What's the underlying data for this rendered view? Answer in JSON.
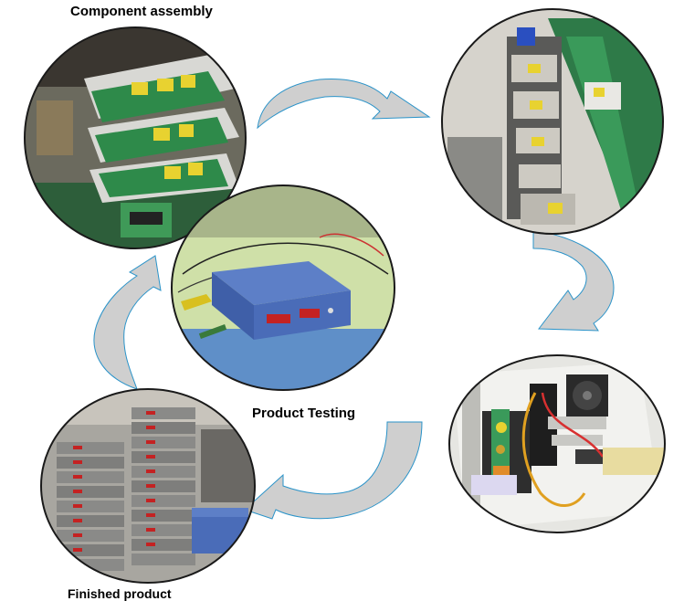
{
  "labels": {
    "component_assembly": "Component assembly",
    "product_testing": "Product Testing",
    "finished_product": "Finished product"
  },
  "colors": {
    "arrow_fill": "#cfcfcf",
    "arrow_stroke": "#2a93c9",
    "photo_border": "#1a1a1a"
  },
  "photos": [
    {
      "id": "assembly",
      "subject": "circuit boards on workbench"
    },
    {
      "id": "production-line",
      "subject": "units on assembly line"
    },
    {
      "id": "testing",
      "subject": "blue generator box under test"
    },
    {
      "id": "internal",
      "subject": "internal wiring of unit"
    },
    {
      "id": "finished",
      "subject": "stacked finished units"
    }
  ]
}
